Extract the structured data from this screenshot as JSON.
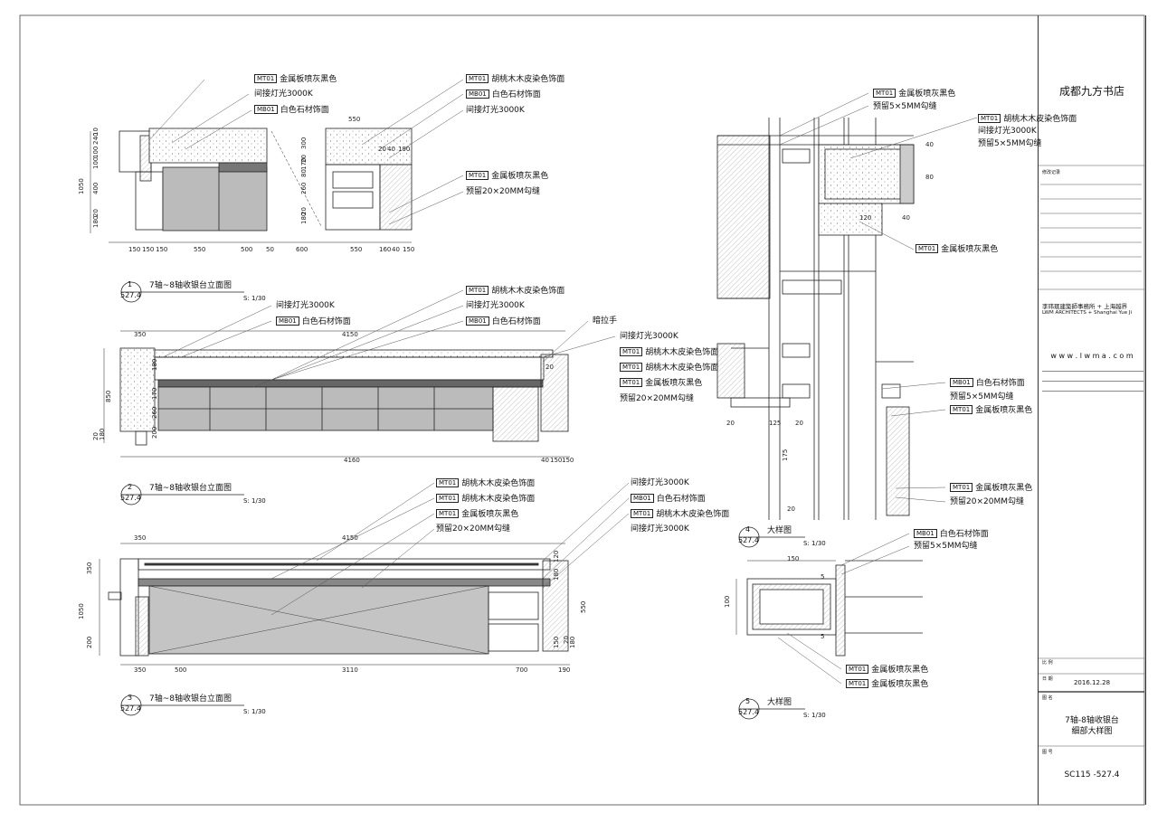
{
  "project": {
    "store_name": "成都九方书店",
    "revision_label": "修改记录",
    "firm_cn": "李玮珉建築師事務所 + 上海越界",
    "firm_en": "LWM ARCHITECTS + Shanghai Yue Ji",
    "website": "w w w . l w m a . c o m",
    "scale_label": "比 例",
    "date_label": "日 期",
    "date": "2016.12.28",
    "drawing_name_label": "图 名",
    "drawing_title_1": "7轴-8轴收银台",
    "drawing_title_2": "细部大样图",
    "drawing_no_label": "图 号",
    "drawing_no": "SC115 -527.4"
  },
  "views": [
    {
      "no": "1",
      "ref": "527.4",
      "title": "7轴~8轴收银台立面图",
      "scale": "S: 1/30"
    },
    {
      "no": "2",
      "ref": "527.4",
      "title": "7轴~8轴收银台立面图",
      "scale": "S: 1/30"
    },
    {
      "no": "3",
      "ref": "527.4",
      "title": "7轴~8轴收银台立面图",
      "scale": "S: 1/30"
    },
    {
      "no": "4",
      "ref": "527.4",
      "title": "大样图",
      "scale": "S: 1/30"
    },
    {
      "no": "5",
      "ref": "527.4",
      "title": "大样图",
      "scale": "S: 1/30"
    }
  ],
  "annotations": {
    "v1": [
      {
        "tag": "MT01",
        "text": "金属板喷灰黑色"
      },
      {
        "tag": "",
        "text": "间接灯光3000K"
      },
      {
        "tag": "MB01",
        "text": "白色石材饰面"
      },
      {
        "tag": "MT01",
        "text": "胡桃木木皮染色饰面"
      },
      {
        "tag": "MB01",
        "text": "白色石材饰面"
      },
      {
        "tag": "",
        "text": "间接灯光3000K"
      },
      {
        "tag": "MT01",
        "text": "金属板喷灰黑色"
      },
      {
        "tag": "",
        "text": "预留20×20MM勾缝"
      }
    ],
    "v2": [
      {
        "tag": "MT01",
        "text": "胡桃木木皮染色饰面"
      },
      {
        "tag": "",
        "text": "间接灯光3000K"
      },
      {
        "tag": "MB01",
        "text": "白色石材饰面"
      },
      {
        "tag": "",
        "text": "间接灯光3000K"
      },
      {
        "tag": "MB01",
        "text": "白色石材饰面"
      },
      {
        "tag": "",
        "text": "暗拉手"
      },
      {
        "tag": "",
        "text": "间接灯光3000K"
      },
      {
        "tag": "MT01",
        "text": "胡桃木木皮染色饰面"
      },
      {
        "tag": "MT01",
        "text": "胡桃木木皮染色饰面"
      },
      {
        "tag": "MT01",
        "text": "金属板喷灰黑色"
      },
      {
        "tag": "",
        "text": "预留20×20MM勾缝"
      }
    ],
    "v3": [
      {
        "tag": "MT01",
        "text": "胡桃木木皮染色饰面"
      },
      {
        "tag": "MT01",
        "text": "胡桃木木皮染色饰面"
      },
      {
        "tag": "MT01",
        "text": "金属板喷灰黑色"
      },
      {
        "tag": "",
        "text": "预留20×20MM勾缝"
      },
      {
        "tag": "",
        "text": "间接灯光3000K"
      },
      {
        "tag": "MB01",
        "text": "白色石材饰面"
      },
      {
        "tag": "MT01",
        "text": "胡桃木木皮染色饰面"
      },
      {
        "tag": "",
        "text": "间接灯光3000K"
      }
    ],
    "v4": [
      {
        "tag": "MT01",
        "text": "金属板喷灰黑色"
      },
      {
        "tag": "",
        "text": "预留5×5MM勾缝"
      },
      {
        "tag": "MT01",
        "text": "胡桃木木皮染色饰面"
      },
      {
        "tag": "",
        "text": "间接灯光3000K"
      },
      {
        "tag": "",
        "text": "预留5×5MM勾缝"
      },
      {
        "tag": "MT01",
        "text": "金属板喷灰黑色"
      },
      {
        "tag": "MB01",
        "text": "白色石材饰面"
      },
      {
        "tag": "",
        "text": "预留5×5MM勾缝"
      },
      {
        "tag": "MT01",
        "text": "金属板喷灰黑色"
      },
      {
        "tag": "MT01",
        "text": "金属板喷灰黑色"
      },
      {
        "tag": "",
        "text": "预留20×20MM勾缝"
      }
    ],
    "v5": [
      {
        "tag": "MB01",
        "text": "白色石材饰面"
      },
      {
        "tag": "",
        "text": "预留5×5MM勾缝"
      },
      {
        "tag": "MT01",
        "text": "金属板喷灰黑色"
      },
      {
        "tag": "MT01",
        "text": "金属板喷灰黑色"
      }
    ]
  },
  "dimensions": {
    "v1_bottom": [
      "150",
      "150",
      "150",
      "550",
      "500",
      "50",
      "600",
      "550",
      "160",
      "40",
      "150"
    ],
    "v1_left": [
      "10",
      "240",
      "100",
      "100",
      "400",
      "20",
      "180"
    ],
    "v1_mid": [
      "300",
      "20",
      "170",
      "80",
      "260",
      "20",
      "180"
    ],
    "v1_top": [
      "550"
    ],
    "v1_small": [
      "20",
      "40",
      "190"
    ],
    "v1_total": "1050",
    "v2_top": [
      "350",
      "4150"
    ],
    "v2_bottom": [
      "4160",
      "40",
      "150",
      "150"
    ],
    "v2_left": [
      "180",
      "170",
      "260",
      "200",
      "20",
      "180"
    ],
    "v2_total": "850",
    "v2_small": [
      "20"
    ],
    "v3_top": [
      "350",
      "4150"
    ],
    "v3_bottom": [
      "350",
      "500",
      "3110",
      "700",
      "190"
    ],
    "v3_left": [
      "350",
      "200"
    ],
    "v3_right": [
      "120",
      "180",
      "550",
      "150",
      "20",
      "180"
    ],
    "v3_total": "1050",
    "v4": [
      "40",
      "80",
      "120",
      "40",
      "20",
      "125",
      "20",
      "175",
      "20"
    ],
    "v5": [
      "150",
      "5",
      "100",
      "5"
    ]
  }
}
